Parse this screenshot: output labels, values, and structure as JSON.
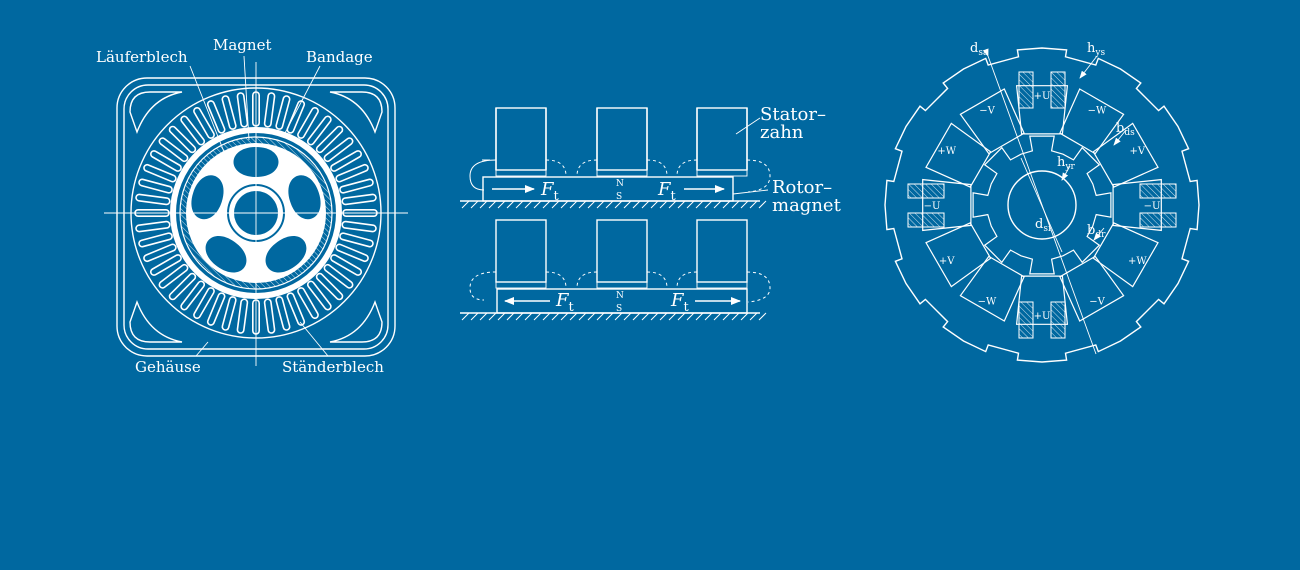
{
  "colors": {
    "background": "#0068a0",
    "ink": "#ffffff"
  },
  "motor": {
    "laeuferblech": "Läuferblech",
    "magnet": "Magnet",
    "bandage": "Bandage",
    "gehaeuse": "Gehäuse",
    "staenderblech": "Ständerblech"
  },
  "linear": {
    "stator_line1": "Stator–",
    "stator_line2": "zahn",
    "rotor_line1": "Rotor–",
    "rotor_line2": "magnet",
    "force_base": "F",
    "force_sub": "t",
    "pole_n": "N",
    "pole_s": "S"
  },
  "cross_section": {
    "d_base": "d",
    "dsa_sub": "sa",
    "dsi_sub": "si",
    "h_base": "h",
    "hys_sub": "ys",
    "hyr_sub": "yr",
    "b_base": "b",
    "bds_sub": "ds",
    "bdr_sub": "dr",
    "phases": [
      "+U",
      "−W",
      "+V",
      "−U",
      "+W",
      "−V",
      "+U",
      "−W",
      "+V",
      "−U",
      "+W",
      "−V"
    ]
  }
}
